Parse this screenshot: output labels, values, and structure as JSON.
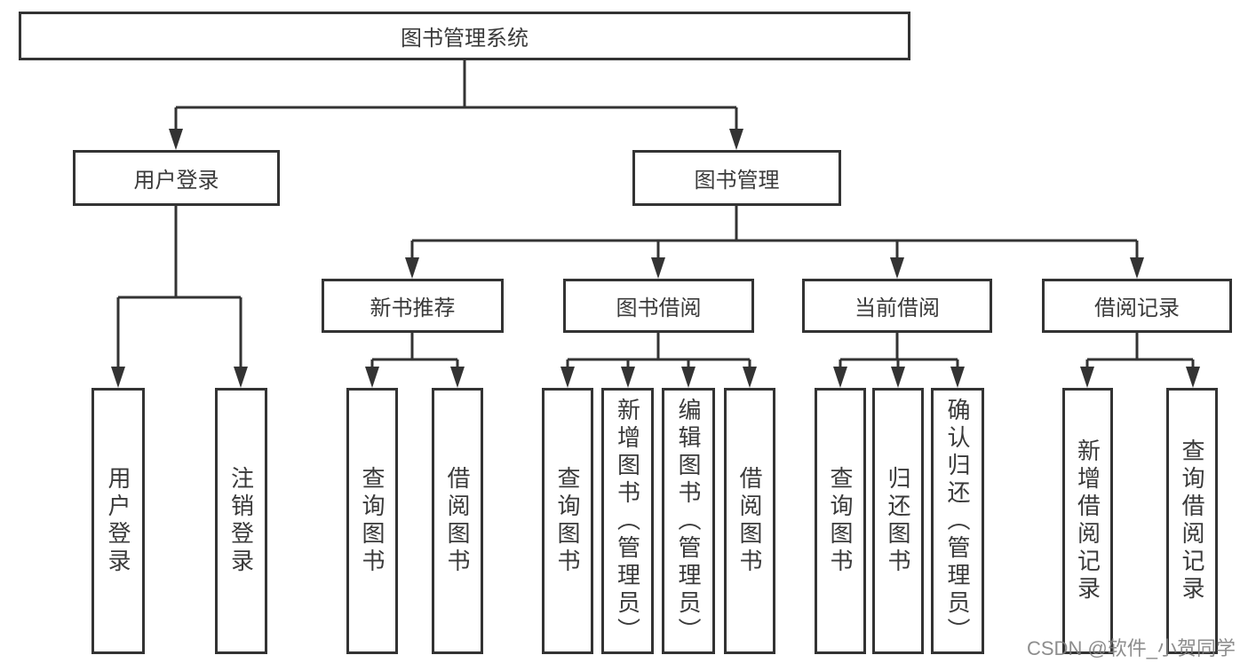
{
  "diagram": {
    "root": {
      "label": "图书管理系统"
    },
    "user": {
      "label": "用户登录",
      "children": [
        {
          "label": "用户登录"
        },
        {
          "label": "注销登录"
        }
      ]
    },
    "mgmt": {
      "label": "图书管理",
      "sections": [
        {
          "label": "新书推荐",
          "children": [
            {
              "label": "查询图书"
            },
            {
              "label": "借阅图书"
            }
          ]
        },
        {
          "label": "图书借阅",
          "children": [
            {
              "label": "查询图书"
            },
            {
              "label": "新增图书（管理员）"
            },
            {
              "label": "编辑图书（管理员）"
            },
            {
              "label": "借阅图书"
            }
          ]
        },
        {
          "label": "当前借阅",
          "children": [
            {
              "label": "查询图书"
            },
            {
              "label": "归还图书"
            },
            {
              "label": "确认归还（管理员）"
            }
          ]
        },
        {
          "label": "借阅记录",
          "children": [
            {
              "label": "新增借阅记录"
            },
            {
              "label": "查询借阅记录"
            }
          ]
        }
      ]
    }
  },
  "watermark": {
    "text": "CSDN @软件_小贺同学"
  },
  "colors": {
    "line": "#333333",
    "box_border": "#333333",
    "text": "#3a3a3a",
    "watermark": "#7d7d7d",
    "background": "#ffffff"
  }
}
